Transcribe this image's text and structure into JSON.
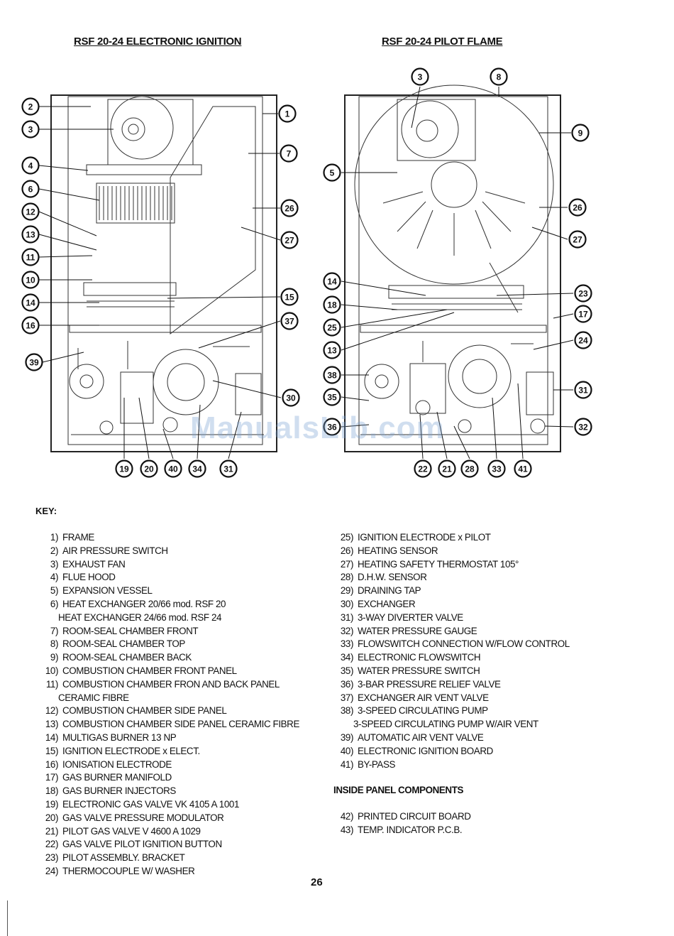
{
  "titles": {
    "left": "RSF 20-24 ELECTRONIC IGNITION",
    "right": "RSF 20-24 PILOT FLAME"
  },
  "callouts_left": [
    "2",
    "3",
    "4",
    "6",
    "12",
    "13",
    "11",
    "10",
    "14",
    "16",
    "39",
    "1",
    "7",
    "26",
    "27",
    "15",
    "37",
    "30",
    "19",
    "20",
    "40",
    "34",
    "31"
  ],
  "callouts_right": [
    "3",
    "8",
    "9",
    "5",
    "26",
    "27",
    "14",
    "18",
    "25",
    "13",
    "38",
    "35",
    "36",
    "23",
    "17",
    "24",
    "31",
    "32",
    "22",
    "21",
    "28",
    "33",
    "41"
  ],
  "key_title": "KEY:",
  "key_left": [
    {
      "num": "1)",
      "text": "FRAME"
    },
    {
      "num": "2)",
      "text": "AIR PRESSURE SWITCH"
    },
    {
      "num": "3)",
      "text": "EXHAUST FAN"
    },
    {
      "num": "4)",
      "text": "FLUE HOOD"
    },
    {
      "num": "5)",
      "text": "EXPANSION VESSEL"
    },
    {
      "num": "6)",
      "text": "HEAT EXCHANGER 20/66 mod. RSF 20"
    },
    {
      "num": "",
      "text": "HEAT EXCHANGER 24/66 mod. RSF 24"
    },
    {
      "num": "7)",
      "text": "ROOM-SEAL CHAMBER FRONT"
    },
    {
      "num": "8)",
      "text": "ROOM-SEAL CHAMBER TOP"
    },
    {
      "num": "9)",
      "text": "ROOM-SEAL CHAMBER BACK"
    },
    {
      "num": "10)",
      "text": "COMBUSTION CHAMBER FRONT PANEL"
    },
    {
      "num": "11)",
      "text": "COMBUSTION CHAMBER FRON AND BACK PANEL"
    },
    {
      "num": "",
      "text": "CERAMIC FIBRE"
    },
    {
      "num": "12)",
      "text": "COMBUSTION CHAMBER SIDE PANEL"
    },
    {
      "num": "13)",
      "text": "COMBUSTION CHAMBER SIDE PANEL CERAMIC FIBRE"
    },
    {
      "num": "14)",
      "text": "MULTIGAS BURNER 13 NP"
    },
    {
      "num": "15)",
      "text": "IGNITION ELECTRODE x ELECT."
    },
    {
      "num": "16)",
      "text": "IONISATION ELECTRODE"
    },
    {
      "num": "17)",
      "text": "GAS BURNER MANIFOLD"
    },
    {
      "num": "18)",
      "text": "GAS BURNER INJECTORS"
    },
    {
      "num": "19)",
      "text": "ELECTRONIC GAS VALVE  VK 4105 A 1001"
    },
    {
      "num": "20)",
      "text": "GAS VALVE PRESSURE MODULATOR"
    },
    {
      "num": "21)",
      "text": "PILOT GAS VALVE  V 4600 A 1029"
    },
    {
      "num": "22)",
      "text": "GAS VALVE PILOT IGNITION BUTTON"
    },
    {
      "num": "23)",
      "text": "PILOT ASSEMBLY. BRACKET"
    },
    {
      "num": "24)",
      "text": "THERMOCOUPLE W/ WASHER"
    }
  ],
  "key_right": [
    {
      "num": "25)",
      "text": "IGNITION ELECTRODE x PILOT"
    },
    {
      "num": "26)",
      "text": "HEATING SENSOR"
    },
    {
      "num": "27)",
      "text": "HEATING SAFETY THERMOSTAT 105°"
    },
    {
      "num": "28)",
      "text": "D.H.W. SENSOR"
    },
    {
      "num": "29)",
      "text": "DRAINING TAP"
    },
    {
      "num": "30)",
      "text": "EXCHANGER"
    },
    {
      "num": "31)",
      "text": "3-WAY DIVERTER VALVE"
    },
    {
      "num": "32)",
      "text": "WATER PRESSURE GAUGE"
    },
    {
      "num": "33)",
      "text": "FLOWSWITCH CONNECTION W/FLOW CONTROL"
    },
    {
      "num": "34)",
      "text": "ELECTRONIC FLOWSWITCH"
    },
    {
      "num": "35)",
      "text": "WATER PRESSURE SWITCH"
    },
    {
      "num": "36)",
      "text": "3-BAR PRESSURE RELIEF VALVE"
    },
    {
      "num": "37)",
      "text": "EXCHANGER AIR VENT VALVE"
    },
    {
      "num": "38)",
      "text": "3-SPEED CIRCULATING PUMP"
    },
    {
      "num": "",
      "text": "3-SPEED CIRCULATING PUMP W/AIR VENT"
    },
    {
      "num": "39)",
      "text": "AUTOMATIC AIR VENT VALVE"
    },
    {
      "num": "40)",
      "text": "ELECTRONIC IGNITION BOARD"
    },
    {
      "num": "41)",
      "text": "BY-PASS"
    }
  ],
  "inside_panel_title": "INSIDE PANEL COMPONENTS",
  "inside_panel": [
    {
      "num": "42)",
      "text": "PRINTED CIRCUIT BOARD"
    },
    {
      "num": "43)",
      "text": "TEMP. INDICATOR P.C.B."
    }
  ],
  "page_number": "26",
  "watermark": "ManualsLib.com"
}
